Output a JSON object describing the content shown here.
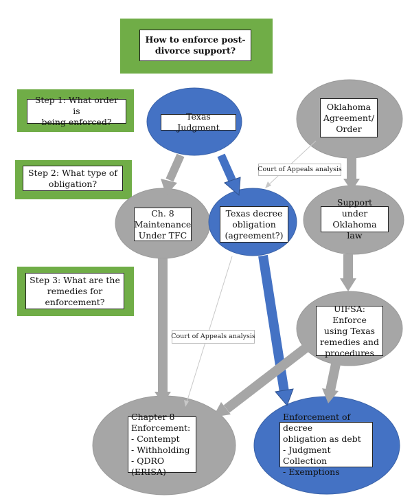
{
  "colors": {
    "green": "#70ad47",
    "blue": "#4472c4",
    "gray": "#a6a6a6",
    "gray_arrow": "#a6a6a6",
    "thin_line": "#c8c8c8"
  },
  "title": "How to enforce post-\ndivorce support?",
  "steps": {
    "step1": "Step 1: What order is\nbeing enforced?",
    "step2": "Step 2: What type of\nobligation?",
    "step3": "Step 3: What are the\nremedies for\nenforcement?"
  },
  "nodes": {
    "texas_judgment": "Texas Judgment",
    "oklahoma_order": "Oklahoma\nAgreement/\nOrder",
    "ch8_maintenance": "Ch. 8\nMaintenance\nUnder TFC",
    "texas_decree": "Texas decree\nobligation\n(agreement?)",
    "support_oklahoma": "Support under\nOklahoma law",
    "uifsa": "UIFSA: Enforce\nusing Texas\nremedies and\nprocedures",
    "chapter8_enforcement": "Chapter 8\nEnforcement:\n- Contempt\n- Withholding\n- QDRO (ERISA)",
    "decree_debt": "Enforcement of decree\nobligation as debt\n- Judgment Collection\n- Exemptions"
  },
  "notes": {
    "court_appeals_1": "Court of Appeals analysis",
    "court_appeals_2": "Court of Appeals analysis"
  }
}
